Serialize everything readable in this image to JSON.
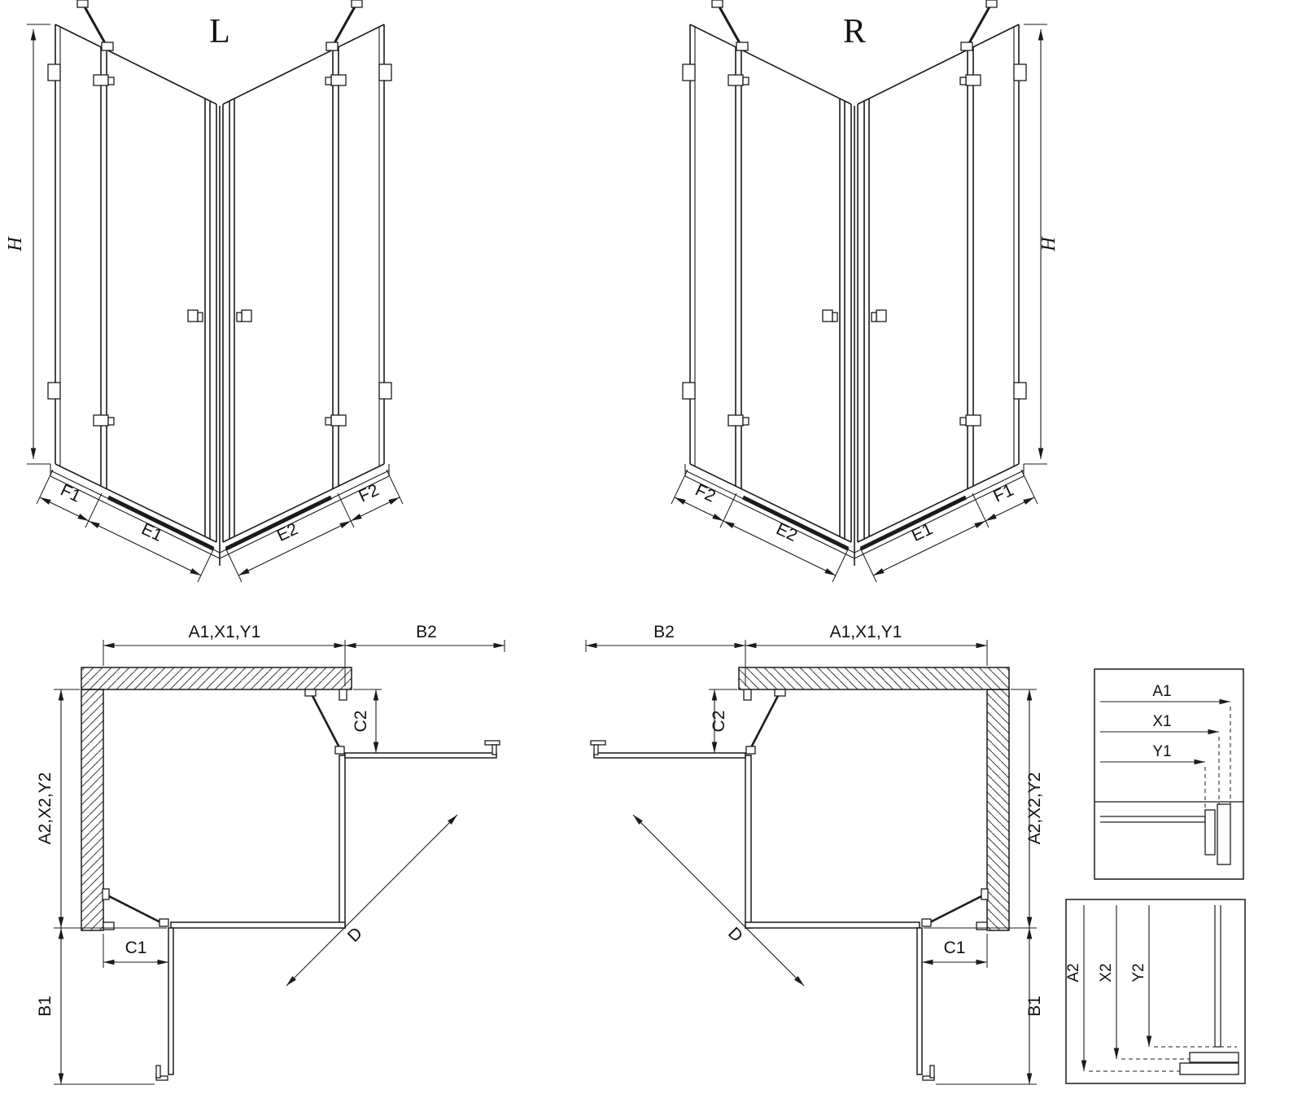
{
  "figure": {
    "iso_left": {
      "variant": "L",
      "height": "H",
      "f1": "F1",
      "e1": "E1",
      "e2": "E2",
      "f2": "F2"
    },
    "iso_right": {
      "variant": "R",
      "height": "H",
      "f1": "F1",
      "e1": "E1",
      "e2": "E2",
      "f2": "F2"
    },
    "plan_left": {
      "width_top": "A1,X1,Y1",
      "width_side": "B2",
      "height_side": "A2,X2,Y2",
      "height_bottom": "B1",
      "c1": "C1",
      "c2": "C2",
      "diagonal": "D"
    },
    "plan_right": {
      "width_top": "A1,X1,Y1",
      "width_side": "B2",
      "height_side": "A2,X2,Y2",
      "height_bottom": "B1",
      "c1": "C1",
      "c2": "C2",
      "diagonal": "D"
    },
    "detail_horizontal": {
      "a": "A1",
      "x": "X1",
      "y": "Y1"
    },
    "detail_vertical": {
      "a": "A2",
      "x": "X2",
      "y": "Y2"
    }
  }
}
